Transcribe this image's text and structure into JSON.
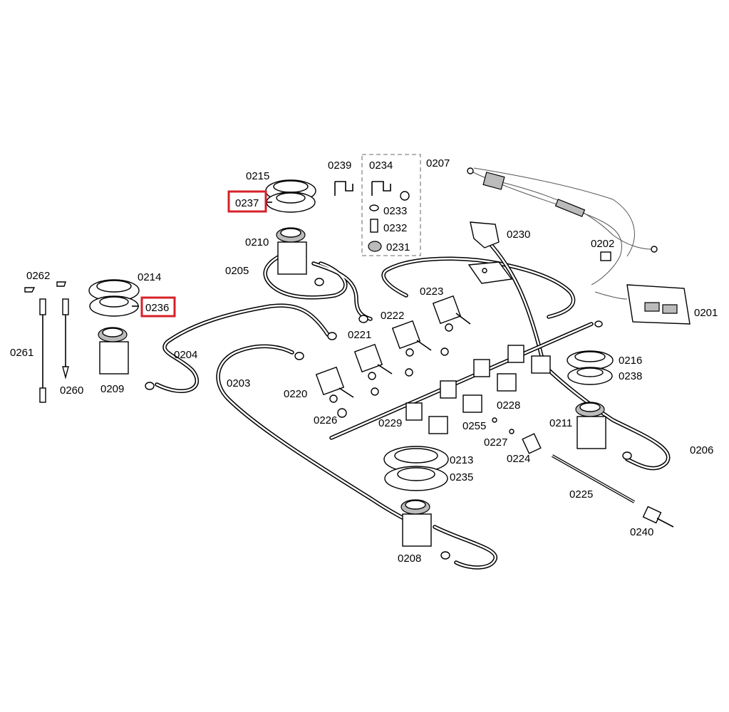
{
  "diagram": {
    "highlight_color": "#d62128",
    "labels": {
      "p0201": "0201",
      "p0202": "0202",
      "p0203": "0203",
      "p0204": "0204",
      "p0205": "0205",
      "p0206": "0206",
      "p0207": "0207",
      "p0208": "0208",
      "p0209": "0209",
      "p0210": "0210",
      "p0211": "0211",
      "p0213": "0213",
      "p0214": "0214",
      "p0215": "0215",
      "p0216": "0216",
      "p0220": "0220",
      "p0221": "0221",
      "p0222": "0222",
      "p0223": "0223",
      "p0224": "0224",
      "p0225": "0225",
      "p0226": "0226",
      "p0227": "0227",
      "p0228": "0228",
      "p0229": "0229",
      "p0230": "0230",
      "p0231": "0231",
      "p0232": "0232",
      "p0233": "0233",
      "p0234": "0234",
      "p0235": "0235",
      "p0236": "0236",
      "p0237": "0237",
      "p0238": "0238",
      "p0239": "0239",
      "p0240": "0240",
      "p0255": "0255",
      "p0260": "0260",
      "p0261": "0261",
      "p0262": "0262"
    }
  }
}
